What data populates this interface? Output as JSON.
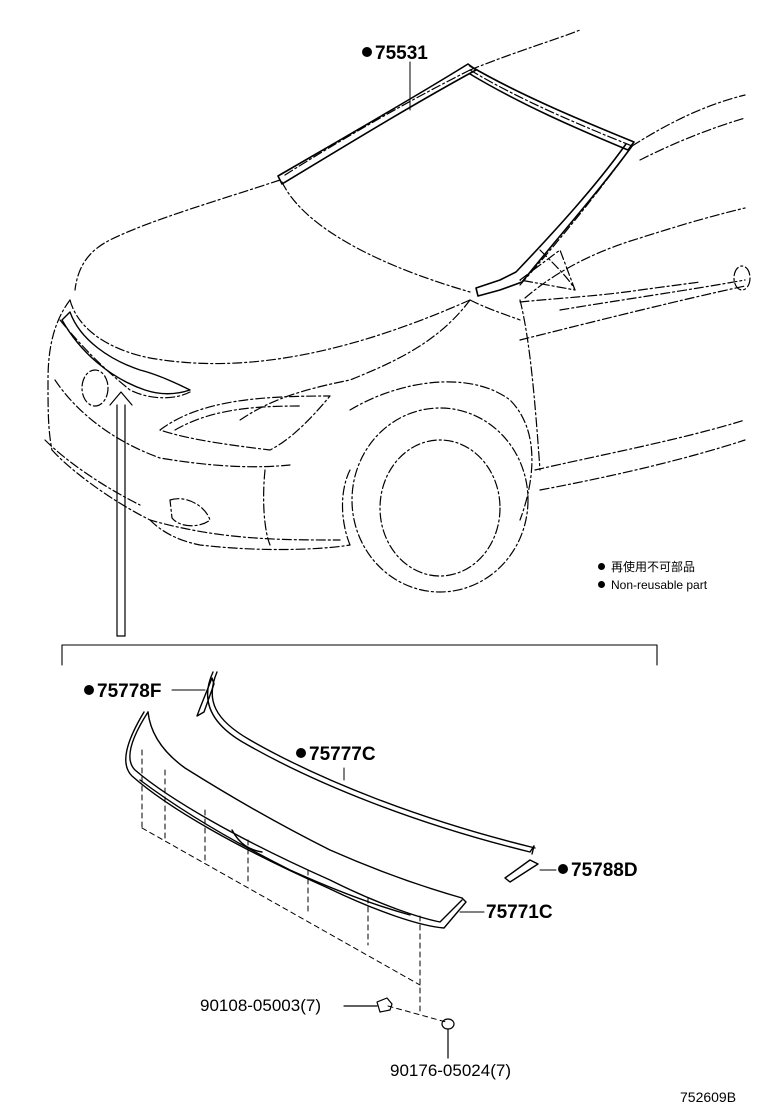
{
  "callouts": {
    "windshield_moulding": "75531",
    "hood_end_left": "75778F",
    "hood_molding": "75777C",
    "hood_end_right": "75788D",
    "hood_garnish": "75771C",
    "clip": "90108-05003(7)",
    "nut": "90176-05024(7)"
  },
  "legend": {
    "line1": "再使用不可部品",
    "line2": "Non-reusable part"
  },
  "reference_number": "752609B"
}
